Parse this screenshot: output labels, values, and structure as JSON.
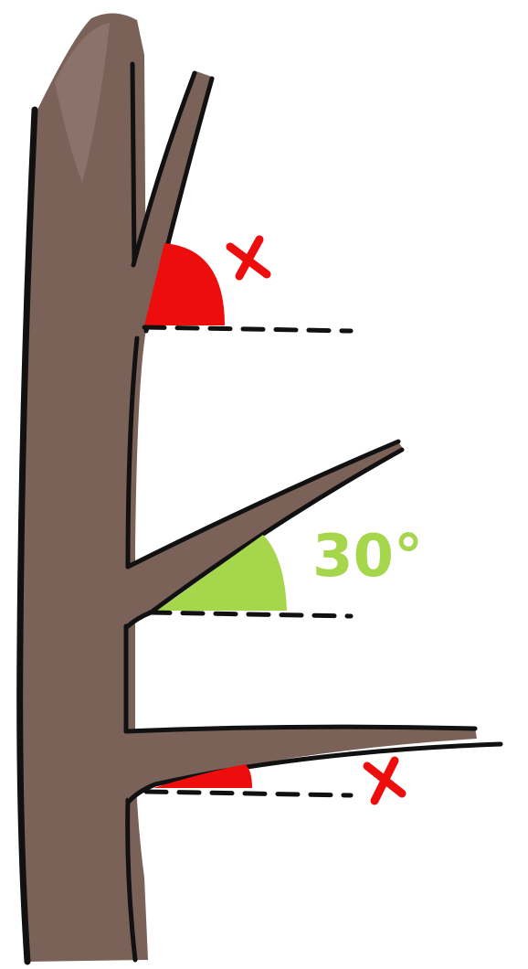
{
  "diagram": {
    "good_angle_label": "30°",
    "colors": {
      "bark": "#7b6259",
      "bark_dark": "#6b544b",
      "bark_light": "#a08a80",
      "outline": "#111111",
      "bad": "#ee0d0d",
      "good": "#a6d64c",
      "background": "#ffffff"
    },
    "branches": [
      {
        "id": "upper",
        "verdict": "bad",
        "marker": "x-mark"
      },
      {
        "id": "middle",
        "verdict": "good",
        "marker": "angle-label"
      },
      {
        "id": "lower",
        "verdict": "bad",
        "marker": "x-mark"
      }
    ]
  }
}
